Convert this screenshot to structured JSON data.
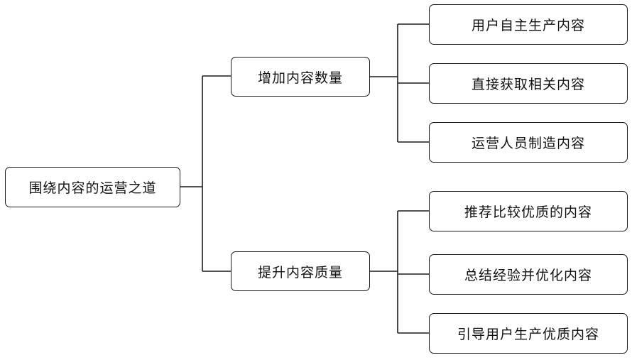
{
  "diagram": {
    "root": {
      "label": "围绕内容的运营之道"
    },
    "branches": [
      {
        "label": "增加内容数量",
        "children": [
          {
            "label": "用户自主生产内容"
          },
          {
            "label": "直接获取相关内容"
          },
          {
            "label": "运营人员制造内容"
          }
        ]
      },
      {
        "label": "提升内容质量",
        "children": [
          {
            "label": "推荐比较优质的内容"
          },
          {
            "label": "总结经验并优化内容"
          },
          {
            "label": "引导用户生产优质内容"
          }
        ]
      }
    ],
    "colors": {
      "stroke": "#1a1a1a",
      "text": "#111111",
      "background": "#ffffff"
    }
  }
}
